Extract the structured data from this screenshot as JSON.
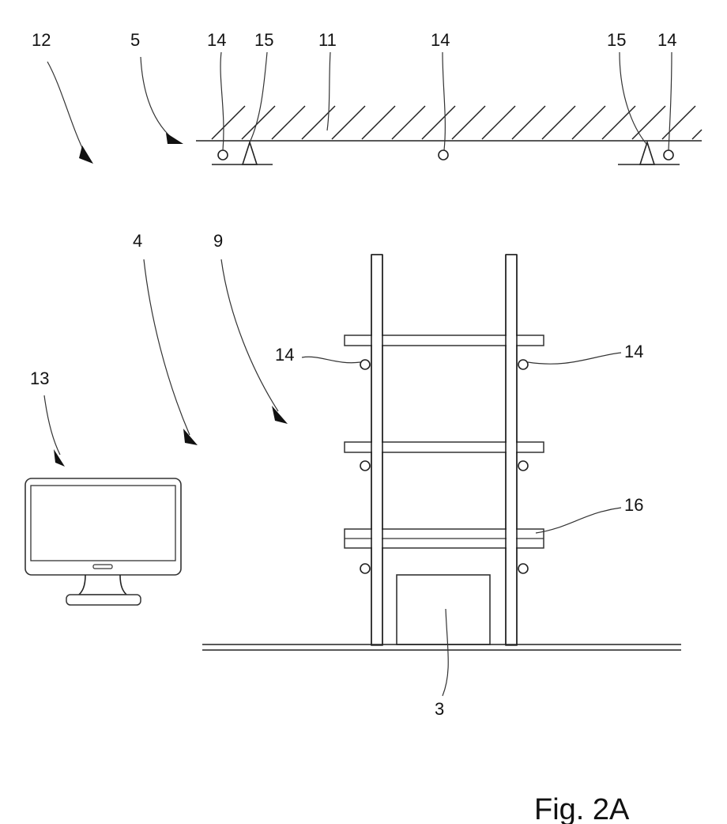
{
  "figure_caption": "Fig. 2A",
  "labels": {
    "ref_12": "12",
    "ref_5": "5",
    "ref_4": "4",
    "ref_9": "9",
    "ref_13": "13",
    "ref_11": "11",
    "ref_14_ceiling_left": "14",
    "ref_14_ceiling_mid": "14",
    "ref_14_ceiling_right": "14",
    "ref_15_left": "15",
    "ref_15_right": "15",
    "ref_14_rack_left": "14",
    "ref_14_rack_right": "14",
    "ref_16": "16",
    "ref_3": "3"
  }
}
